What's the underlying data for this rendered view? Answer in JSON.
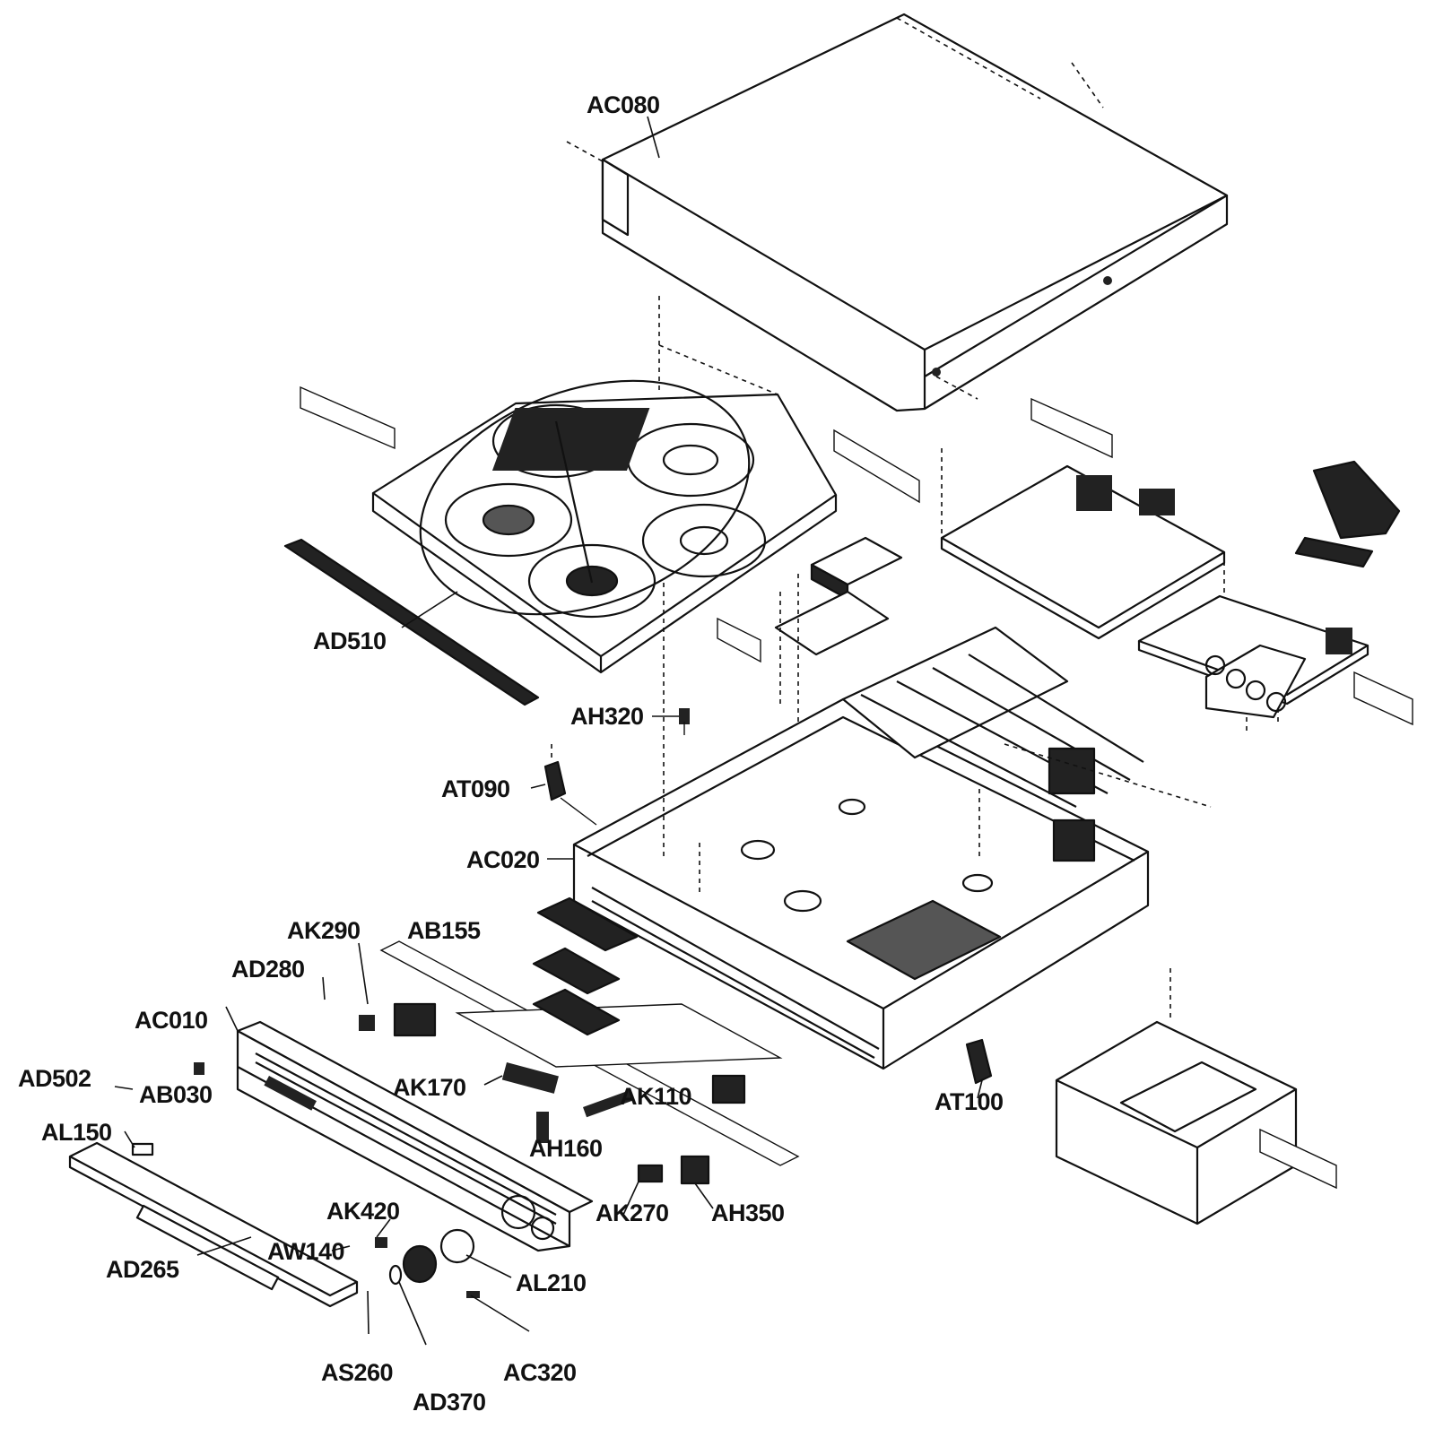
{
  "labels": {
    "AC080": "AC080",
    "AD510": "AD510",
    "AH320": "AH320",
    "AT090": "AT090",
    "AC020": "AC020",
    "AK290": "AK290",
    "AB155": "AB155",
    "AD280": "AD280",
    "AC010": "AC010",
    "AD502": "AD502",
    "AB030": "AB030",
    "AL150": "AL150",
    "AK170": "AK170",
    "AK110": "AK110",
    "AH160": "AH160",
    "AK420": "AK420",
    "AW140": "AW140",
    "AD265": "AD265",
    "AK270": "AK270",
    "AH350": "AH350",
    "AL210": "AL210",
    "AT100": "AT100",
    "AS260": "AS260",
    "AD370": "AD370",
    "AC320": "AC320"
  }
}
